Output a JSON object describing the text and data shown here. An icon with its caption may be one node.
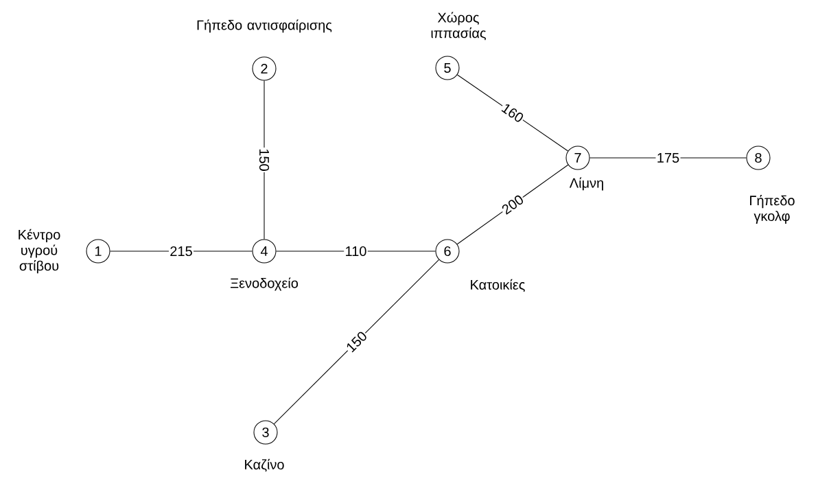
{
  "diagram": {
    "nodes": [
      {
        "text": [
          "1"
        ],
        "beside": [
          "Κέντρο υγρού στίβου"
        ]
      },
      {
        "text": [
          "2"
        ],
        "beside": [
          "Γήπεδο αντισφαίρισης"
        ]
      },
      {
        "text": [
          "3"
        ],
        "beside": [
          "Καζίνο"
        ]
      },
      {
        "text": [
          "4"
        ],
        "beside": [
          "Ξενοδοχείο"
        ]
      },
      {
        "text": [
          "5"
        ],
        "beside": [
          "Χώρος ιππασίας"
        ]
      },
      {
        "text": [
          "6"
        ],
        "beside": [
          "Κατοικίες"
        ]
      },
      {
        "text": [
          "7"
        ],
        "beside": [
          "Λίμνη"
        ]
      },
      {
        "text": [
          "8"
        ],
        "beside": [
          "Γήπεδο γκολφ"
        ]
      }
    ],
    "edges": [
      {
        "from": 1,
        "to": 3,
        "arrow": "none",
        "label": "150"
      },
      {
        "from": 4,
        "to": 6,
        "arrow": "none",
        "label": "160"
      },
      {
        "from": 6,
        "to": 7,
        "arrow": "none",
        "label": "175"
      },
      {
        "from": 0,
        "to": 3,
        "arrow": "none",
        "label": "215"
      },
      {
        "from": 3,
        "to": 5,
        "arrow": "none",
        "label": "110"
      },
      {
        "from": 5,
        "to": 6,
        "arrow": "none",
        "label": "200"
      },
      {
        "from": 5,
        "to": 2,
        "arrow": "none",
        "label": "150"
      }
    ]
  }
}
